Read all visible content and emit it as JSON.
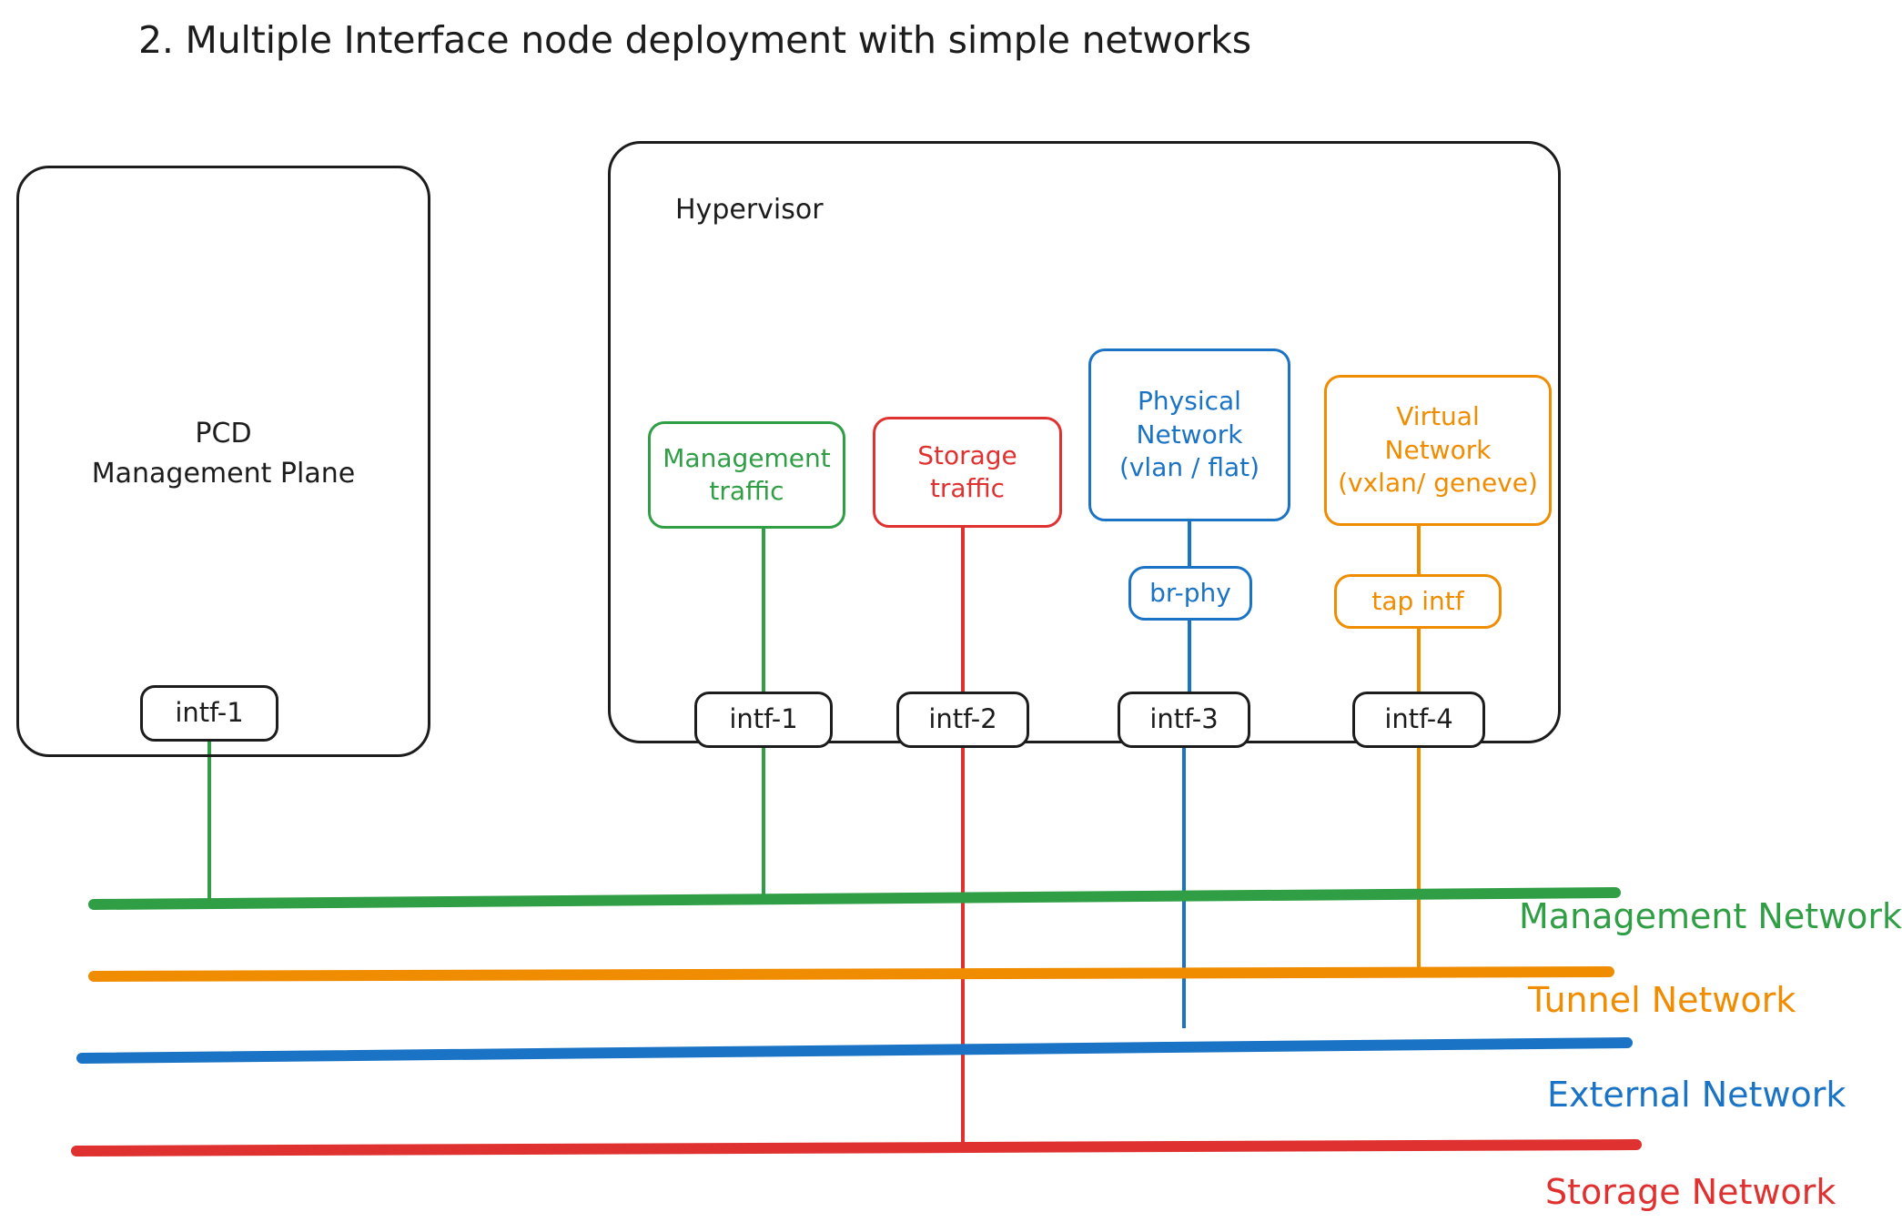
{
  "page": {
    "title": "2. Multiple Interface node deployment with simple networks"
  },
  "colors": {
    "management_green": "#2f9e44",
    "storage_red": "#e03131",
    "external_blue": "#1a73c4",
    "tunnel_orange": "#f08c00",
    "outline_dark": "#1c1c1c"
  },
  "pcd": {
    "label_line1": "PCD",
    "label_line2": "Management Plane",
    "interface": "intf-1"
  },
  "hypervisor": {
    "label": "Hypervisor",
    "traffic_boxes": [
      {
        "name": "management-traffic",
        "line1": "Management",
        "line2": "traffic",
        "color": "#2f9e44"
      },
      {
        "name": "storage-traffic",
        "line1": "Storage",
        "line2": "traffic",
        "color": "#e03131"
      },
      {
        "name": "physical-network",
        "line1": "Physical",
        "line2": "Network",
        "line3": "(vlan / flat)",
        "color": "#1a73c4"
      },
      {
        "name": "virtual-network",
        "line1": "Virtual",
        "line2": "Network",
        "line3": "(vxlan/ geneve)",
        "color": "#f08c00"
      }
    ],
    "bridges": [
      {
        "name": "br-phy",
        "label": "br-phy",
        "color": "#1a73c4"
      },
      {
        "name": "tap-intf",
        "label": "tap intf",
        "color": "#f08c00"
      }
    ],
    "interfaces": [
      {
        "label": "intf-1"
      },
      {
        "label": "intf-2"
      },
      {
        "label": "intf-3"
      },
      {
        "label": "intf-4"
      }
    ]
  },
  "networks": [
    {
      "name": "management-network",
      "label": "Management Network",
      "color": "#2f9e44"
    },
    {
      "name": "tunnel-network",
      "label": "Tunnel Network",
      "color": "#f08c00"
    },
    {
      "name": "external-network",
      "label": "External Network",
      "color": "#1a73c4"
    },
    {
      "name": "storage-network",
      "label": "Storage Network",
      "color": "#e03131"
    }
  ]
}
